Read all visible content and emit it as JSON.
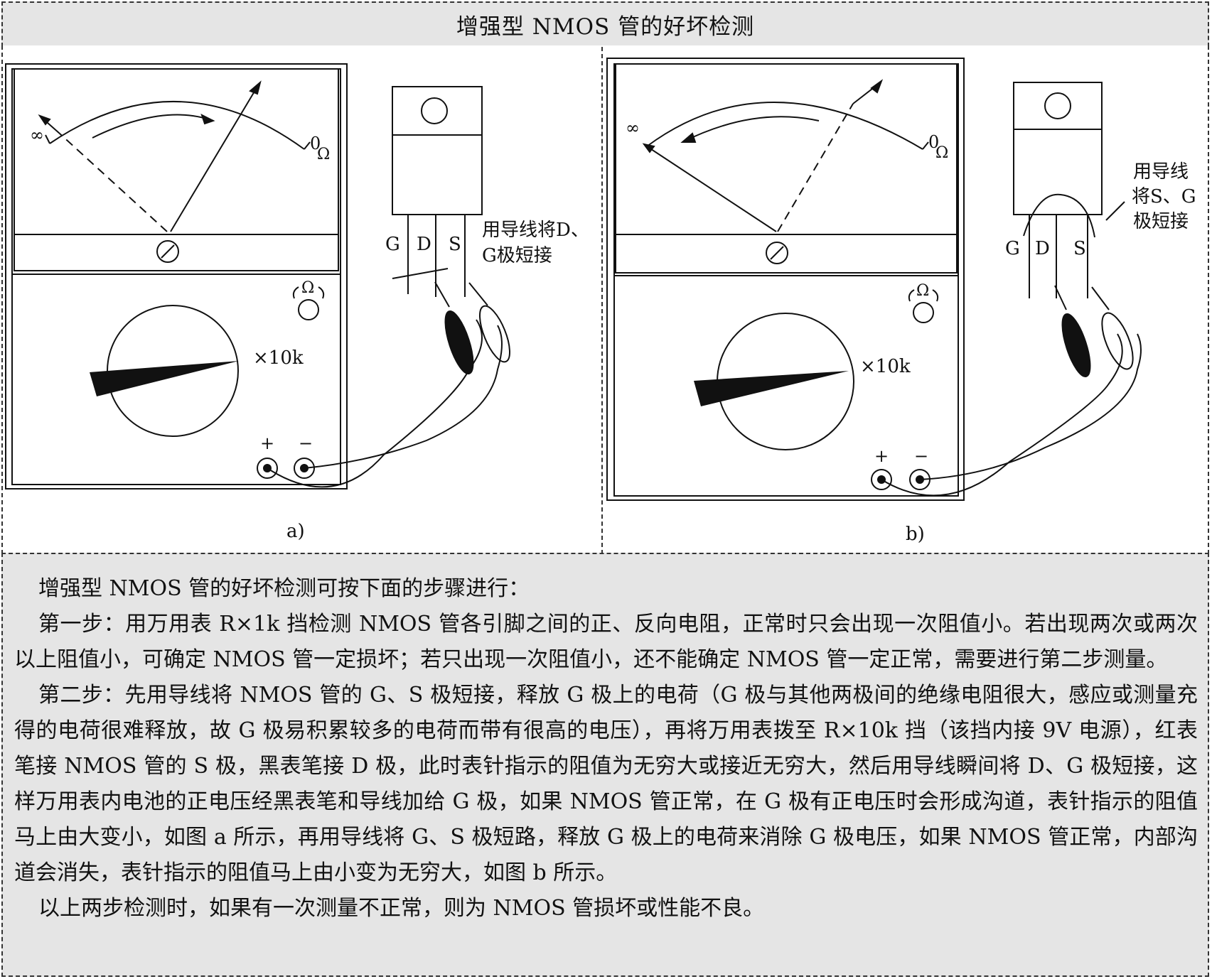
{
  "title": "增强型 NMOS 管的好坏检测",
  "panels": [
    {
      "caption": "a)",
      "dial_infinity": "∞",
      "dial_zero": "0",
      "dial_ohm": "Ω",
      "range_label": "×10k",
      "terminal_plus": "+",
      "terminal_minus": "−",
      "pin_labels": [
        "G",
        "D",
        "S"
      ],
      "annotation": [
        "用导线将D、",
        "G极短接"
      ]
    },
    {
      "caption": "b)",
      "dial_infinity": "∞",
      "dial_zero": "0",
      "dial_ohm": "Ω",
      "range_label": "×10k",
      "terminal_plus": "+",
      "terminal_minus": "−",
      "pin_labels": [
        "G",
        "D",
        "S"
      ],
      "annotation": [
        "用导线",
        "将S、G",
        "极短接"
      ]
    }
  ],
  "body": {
    "intro": "增强型 NMOS 管的好坏检测可按下面的步骤进行：",
    "step1": "第一步：用万用表 R×1k 挡检测 NMOS 管各引脚之间的正、反向电阻，正常时只会出现一次阻值小。若出现两次或两次以上阻值小，可确定 NMOS 管一定损坏；若只出现一次阻值小，还不能确定 NMOS 管一定正常，需要进行第二步测量。",
    "step2": "第二步：先用导线将 NMOS 管的 G、S 极短接，释放 G 极上的电荷（G 极与其他两极间的绝缘电阻很大，感应或测量充得的电荷很难释放，故 G 极易积累较多的电荷而带有很高的电压），再将万用表拨至 R×10k 挡（该挡内接 9V 电源），红表笔接 NMOS 管的 S 极，黑表笔接 D 极，此时表针指示的阻值为无穷大或接近无穷大，然后用导线瞬间将 D、G 极短接，这样万用表内电池的正电压经黑表笔和导线加给 G 极，如果 NMOS 管正常，在 G 极有正电压时会形成沟道，表针指示的阻值马上由大变小，如图 a 所示，再用导线将 G、S 极短路，释放 G 极上的电荷来消除 G 极电压，如果 NMOS 管正常，内部沟道会消失，表针指示的阻值马上由小变为无穷大，如图 b 所示。",
    "conclusion": "以上两步检测时，如果有一次测量不正常，则为 NMOS 管损坏或性能不良。"
  }
}
